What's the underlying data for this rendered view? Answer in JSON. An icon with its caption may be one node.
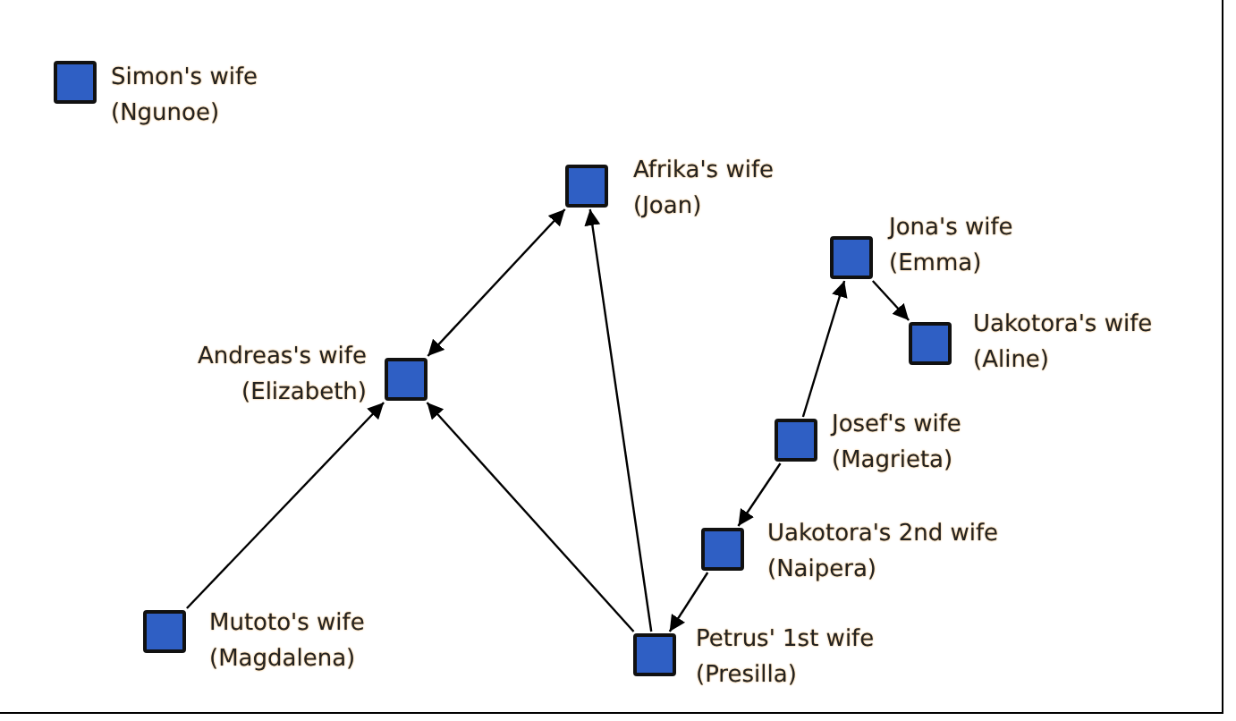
{
  "diagram": {
    "nodes": [
      {
        "text": [],
        "shape": "box",
        "beside": [
          "Simon's wife",
          "(Ngunoe)"
        ]
      },
      {
        "text": [],
        "shape": "box",
        "beside": [
          "Afrika's wife",
          "(Joan)"
        ]
      },
      {
        "text": [],
        "shape": "box",
        "beside": [
          "Jona's wife",
          "(Emma)"
        ]
      },
      {
        "text": [],
        "shape": "box",
        "beside": [
          "Uakotora's wife",
          "(Aline)"
        ]
      },
      {
        "text": [],
        "shape": "box",
        "beside": [
          "Andreas's wife",
          "(Elizabeth)"
        ]
      },
      {
        "text": [],
        "shape": "box",
        "beside": [
          "Josef's wife",
          "(Magrieta)"
        ]
      },
      {
        "text": [],
        "shape": "box",
        "beside": [
          "Uakotora's 2nd wife",
          "(Naipera)"
        ]
      },
      {
        "text": [],
        "shape": "box",
        "beside": [
          "Mutoto's wife",
          "(Magdalena)"
        ]
      },
      {
        "text": [],
        "shape": "box",
        "beside": [
          "Petrus' 1st wife",
          "(Presilla)"
        ]
      }
    ],
    "edges": [
      {
        "from": 4,
        "to": 1,
        "arrow": "both"
      },
      {
        "from": 8,
        "to": 1,
        "arrow": "to"
      },
      {
        "from": 8,
        "to": 4,
        "arrow": "to"
      },
      {
        "from": 7,
        "to": 4,
        "arrow": "to"
      },
      {
        "from": 5,
        "to": 2,
        "arrow": "to"
      },
      {
        "from": 2,
        "to": 3,
        "arrow": "to"
      },
      {
        "from": 5,
        "to": 6,
        "arrow": "to"
      },
      {
        "from": 6,
        "to": 8,
        "arrow": "to"
      }
    ]
  }
}
